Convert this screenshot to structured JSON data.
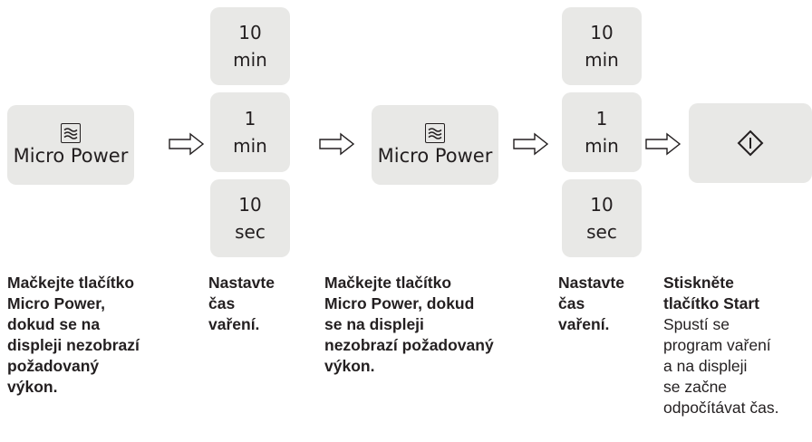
{
  "buttons": {
    "micro_power_1": {
      "label": "Micro Power",
      "icon": "microwave-waves-icon"
    },
    "ten_min_1": {
      "line1": "10",
      "line2": "min"
    },
    "one_min_1": {
      "line1": "1",
      "line2": "min"
    },
    "ten_sec_1": {
      "line1": "10",
      "line2": "sec"
    },
    "micro_power_2": {
      "label": "Micro Power",
      "icon": "microwave-waves-icon"
    },
    "ten_min_2": {
      "line1": "10",
      "line2": "min"
    },
    "one_min_2": {
      "line1": "1",
      "line2": "min"
    },
    "ten_sec_2": {
      "line1": "10",
      "line2": "sec"
    },
    "start": {
      "icon": "start-diamond-icon"
    }
  },
  "arrows": {
    "icon": "right-arrow-icon"
  },
  "steps": {
    "step1": [
      "Mačkejte tlačítko",
      "Micro Power,",
      "dokud se na",
      "displeji nezobrazí",
      "požadovaný",
      "výkon."
    ],
    "step2": [
      "Nastavte",
      "čas",
      "vaření."
    ],
    "step3": [
      "Mačkejte tlačítko",
      "Micro Power, dokud",
      "se na displeji",
      "nezobrazí požadovaný",
      "výkon."
    ],
    "step4": [
      "Nastavte",
      "čas",
      "vaření."
    ],
    "step5_bold": [
      "Stiskněte",
      "tlačítko Start"
    ],
    "step5_regular": [
      "Spustí se",
      "program vaření",
      "a na displeji",
      "se začne",
      "odpočítávat čas."
    ]
  },
  "colors": {
    "button_bg": "#e8e8e6",
    "text": "#231f20"
  }
}
